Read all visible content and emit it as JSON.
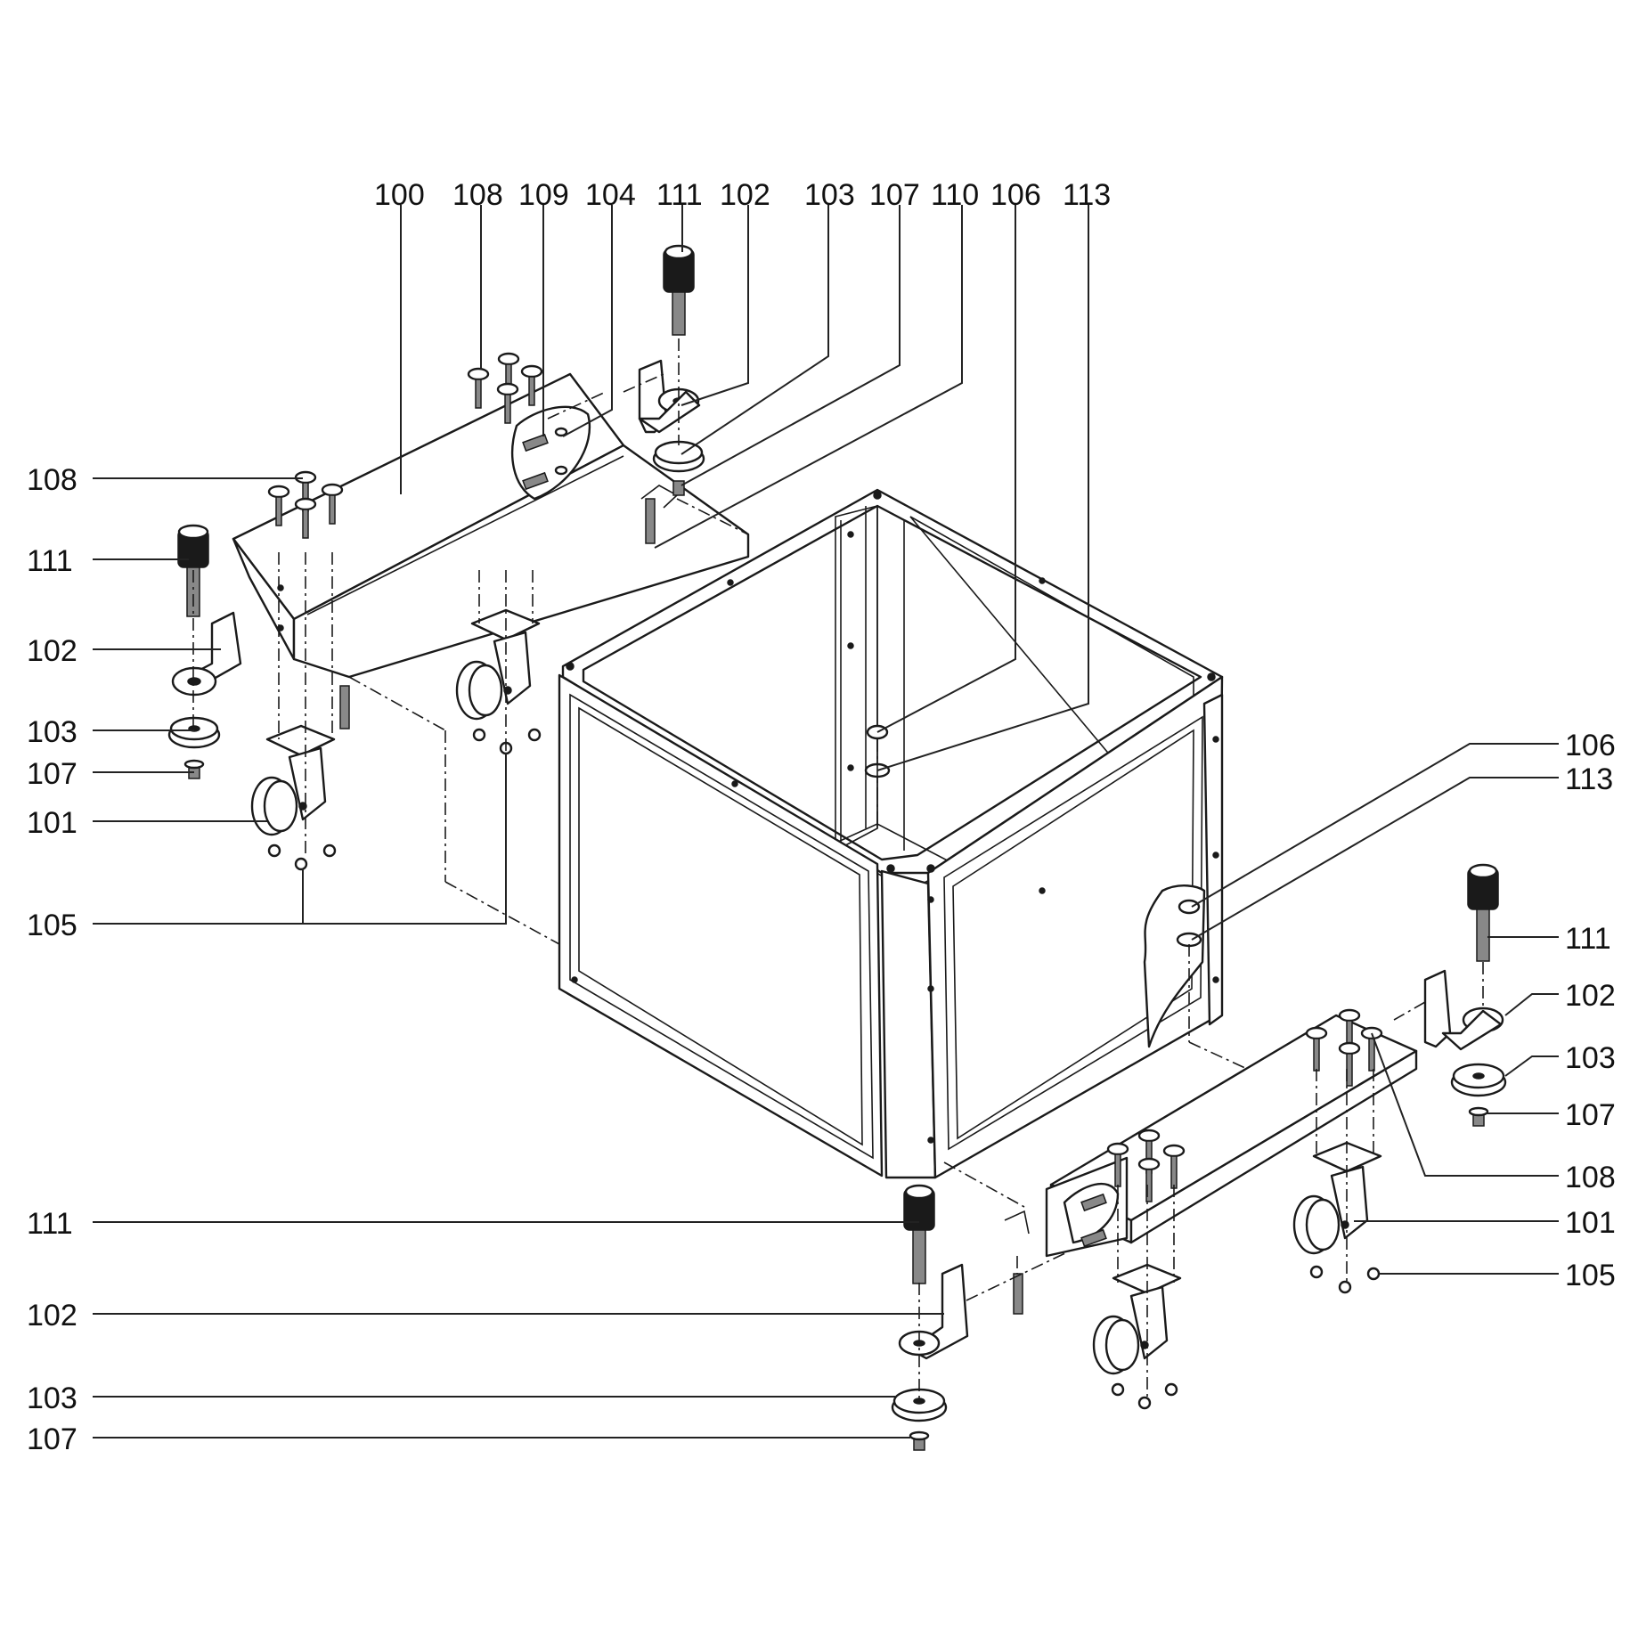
{
  "labels": {
    "l100": "100",
    "l108": "108",
    "l109": "109",
    "l104": "104",
    "l111": "111",
    "l102": "102",
    "l103": "103",
    "l107": "107",
    "l110": "110",
    "l106": "106",
    "l113": "113",
    "l101": "101",
    "l105": "105"
  },
  "colors": {
    "line": "#1a1a1a",
    "background": "#ffffff"
  }
}
